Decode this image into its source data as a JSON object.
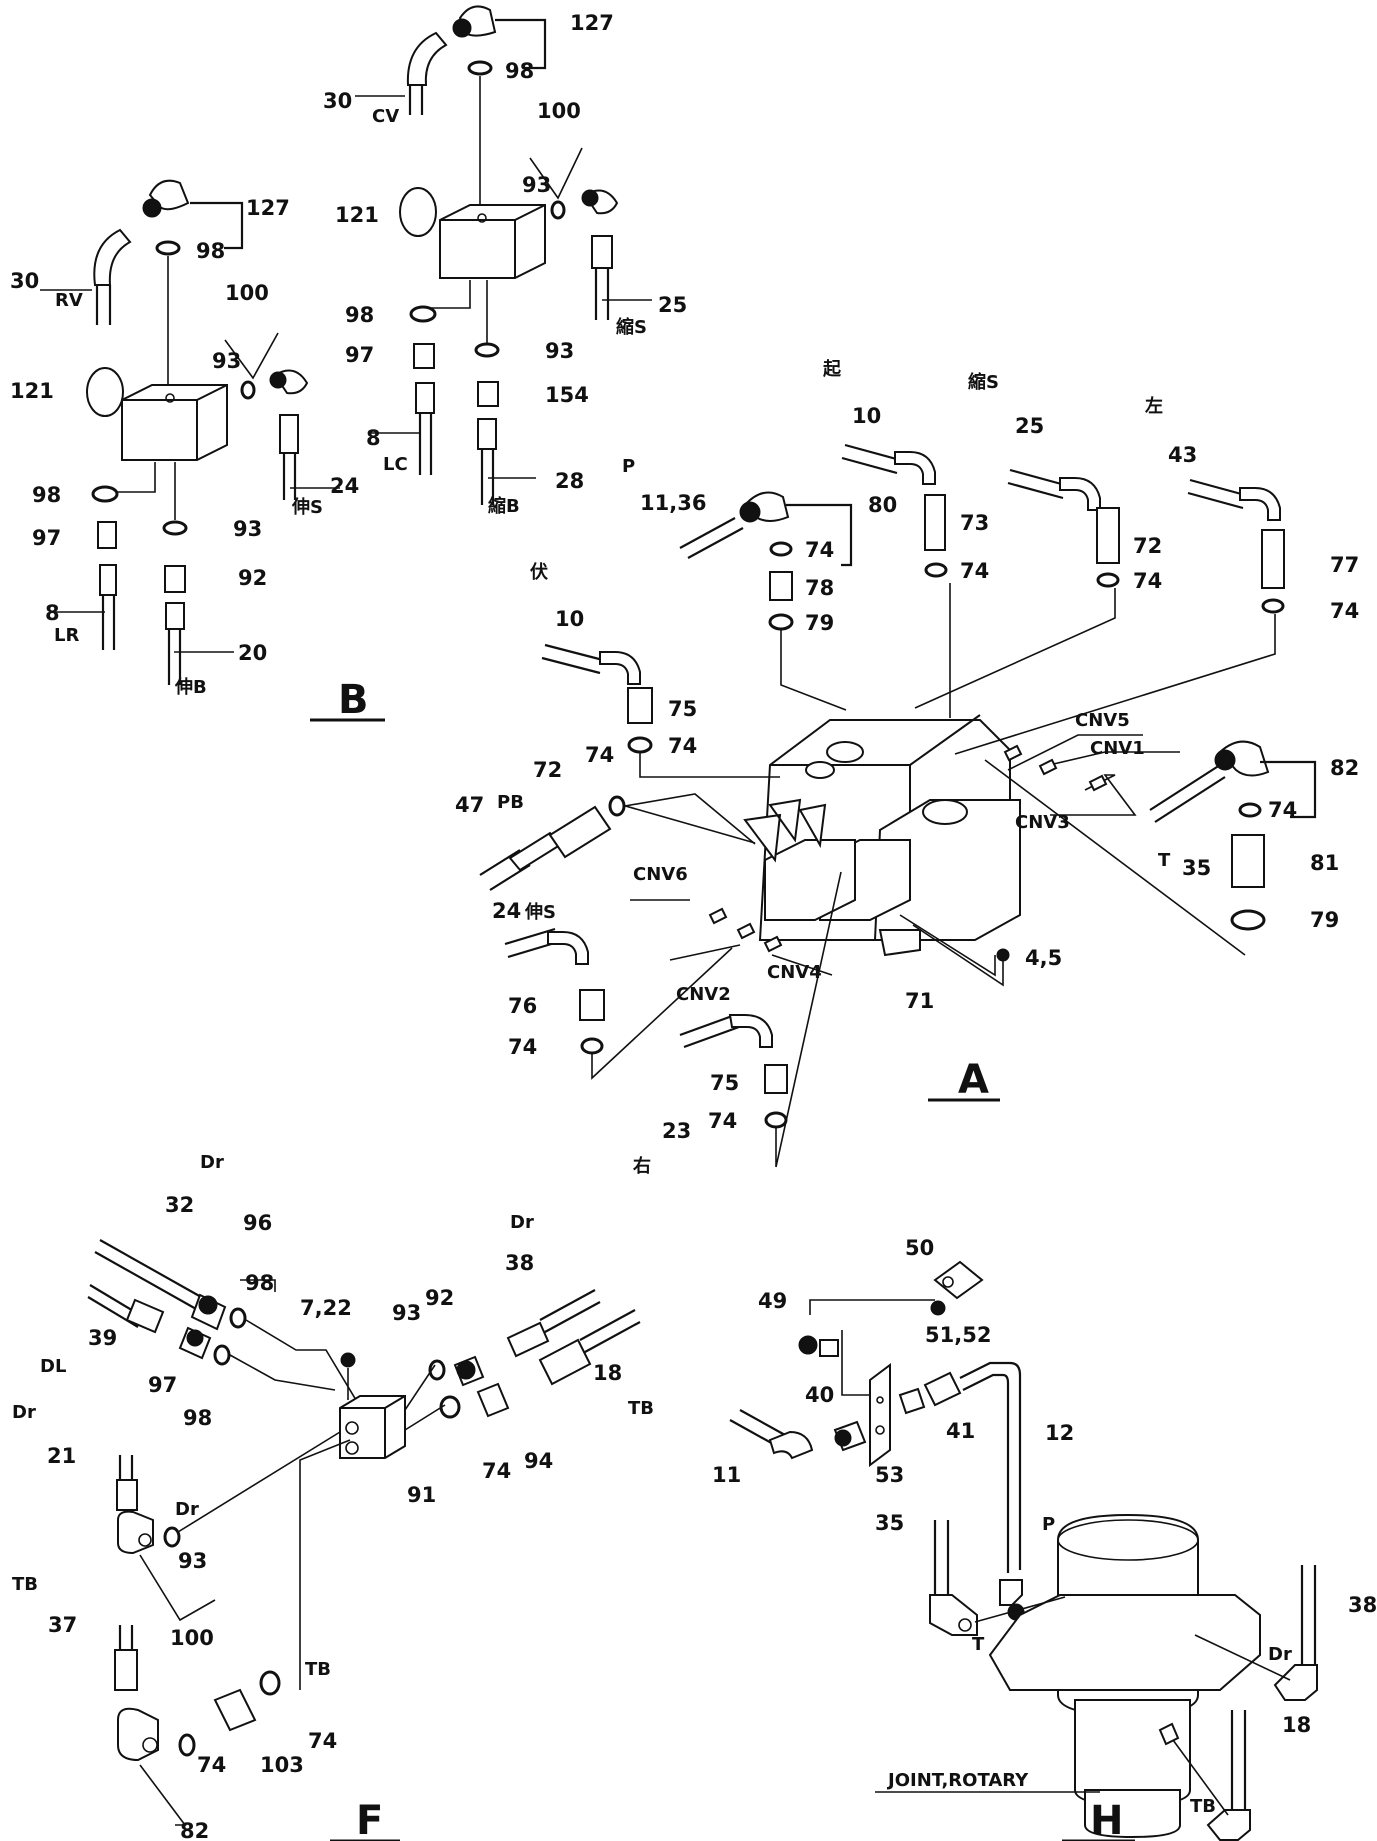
{
  "labels": [
    {
      "id": "b-127",
      "text": "127"
    },
    {
      "id": "b-98a",
      "text": "98"
    },
    {
      "id": "b-30",
      "text": "30"
    },
    {
      "id": "b-rv",
      "text": "RV"
    },
    {
      "id": "b-100",
      "text": "100"
    },
    {
      "id": "b-93a",
      "text": "93"
    },
    {
      "id": "b-121",
      "text": "121"
    },
    {
      "id": "b-98b",
      "text": "98"
    },
    {
      "id": "b-97",
      "text": "97"
    },
    {
      "id": "b-93b",
      "text": "93"
    },
    {
      "id": "b-92",
      "text": "92"
    },
    {
      "id": "b-24",
      "text": "24"
    },
    {
      "id": "b-24t",
      "text": "伸S"
    },
    {
      "id": "b-8",
      "text": "8"
    },
    {
      "id": "b-lr",
      "text": "LR"
    },
    {
      "id": "b-20",
      "text": "20"
    },
    {
      "id": "b-20t",
      "text": "伸B"
    },
    {
      "id": "c-127",
      "text": "127"
    },
    {
      "id": "c-98a",
      "text": "98"
    },
    {
      "id": "c-30",
      "text": "30"
    },
    {
      "id": "c-cv",
      "text": "CV"
    },
    {
      "id": "c-100",
      "text": "100"
    },
    {
      "id": "c-93a",
      "text": "93"
    },
    {
      "id": "c-121",
      "text": "121"
    },
    {
      "id": "c-25",
      "text": "25"
    },
    {
      "id": "c-25t",
      "text": "縮S"
    },
    {
      "id": "c-98b",
      "text": "98"
    },
    {
      "id": "c-93b",
      "text": "93"
    },
    {
      "id": "c-97",
      "text": "97"
    },
    {
      "id": "c-154",
      "text": "154"
    },
    {
      "id": "c-8",
      "text": "8"
    },
    {
      "id": "c-lc",
      "text": "LC"
    },
    {
      "id": "c-28",
      "text": "28"
    },
    {
      "id": "c-28t",
      "text": "縮B"
    },
    {
      "id": "a-ki",
      "text": "起"
    },
    {
      "id": "a-10a",
      "text": "10"
    },
    {
      "id": "a-73",
      "text": "73"
    },
    {
      "id": "a-74a",
      "text": "74"
    },
    {
      "id": "a-ss",
      "text": "縮S"
    },
    {
      "id": "a-25",
      "text": "25"
    },
    {
      "id": "a-72a",
      "text": "72"
    },
    {
      "id": "a-74b",
      "text": "74"
    },
    {
      "id": "a-left",
      "text": "左"
    },
    {
      "id": "a-43",
      "text": "43"
    },
    {
      "id": "a-77",
      "text": "77"
    },
    {
      "id": "a-74c",
      "text": "74"
    },
    {
      "id": "a-p",
      "text": "P"
    },
    {
      "id": "a-1136",
      "text": "11,36"
    },
    {
      "id": "a-80",
      "text": "80"
    },
    {
      "id": "a-74d",
      "text": "74"
    },
    {
      "id": "a-78",
      "text": "78"
    },
    {
      "id": "a-79a",
      "text": "79"
    },
    {
      "id": "a-fuku",
      "text": "伏"
    },
    {
      "id": "a-10b",
      "text": "10"
    },
    {
      "id": "a-75a",
      "text": "75"
    },
    {
      "id": "a-74e",
      "text": "74"
    },
    {
      "id": "a-cnv5",
      "text": "CNV5"
    },
    {
      "id": "a-cnv1",
      "text": "CNV1"
    },
    {
      "id": "a-82",
      "text": "82"
    },
    {
      "id": "a-74f",
      "text": "74"
    },
    {
      "id": "a-cnv3",
      "text": "CNV3"
    },
    {
      "id": "a-t",
      "text": "T"
    },
    {
      "id": "a-35",
      "text": "35"
    },
    {
      "id": "a-81",
      "text": "81"
    },
    {
      "id": "a-79b",
      "text": "79"
    },
    {
      "id": "a-47",
      "text": "47"
    },
    {
      "id": "a-pb",
      "text": "PB"
    },
    {
      "id": "a-72b",
      "text": "72"
    },
    {
      "id": "a-74g",
      "text": "74"
    },
    {
      "id": "a-cnv6",
      "text": "CNV6"
    },
    {
      "id": "a-24",
      "text": "24"
    },
    {
      "id": "a-24t",
      "text": "伸S"
    },
    {
      "id": "a-45",
      "text": "4,5"
    },
    {
      "id": "a-cnv4",
      "text": "CNV4"
    },
    {
      "id": "a-cnv2",
      "text": "CNV2"
    },
    {
      "id": "a-71",
      "text": "71"
    },
    {
      "id": "a-76",
      "text": "76"
    },
    {
      "id": "a-74h",
      "text": "74"
    },
    {
      "id": "a-75b",
      "text": "75"
    },
    {
      "id": "a-74i",
      "text": "74"
    },
    {
      "id": "a-23",
      "text": "23"
    },
    {
      "id": "a-right",
      "text": "右"
    },
    {
      "id": "f-dr1",
      "text": "Dr"
    },
    {
      "id": "f-32",
      "text": "32"
    },
    {
      "id": "f-96",
      "text": "96"
    },
    {
      "id": "f-98a",
      "text": "98"
    },
    {
      "id": "f-39",
      "text": "39"
    },
    {
      "id": "f-dl",
      "text": "DL"
    },
    {
      "id": "f-97",
      "text": "97"
    },
    {
      "id": "f-98b",
      "text": "98"
    },
    {
      "id": "f-722",
      "text": "7,22"
    },
    {
      "id": "f-93a",
      "text": "93"
    },
    {
      "id": "f-92",
      "text": "92"
    },
    {
      "id": "f-dr2",
      "text": "Dr"
    },
    {
      "id": "f-38",
      "text": "38"
    },
    {
      "id": "f-18",
      "text": "18"
    },
    {
      "id": "f-tb1",
      "text": "TB"
    },
    {
      "id": "f-74a",
      "text": "74"
    },
    {
      "id": "f-94",
      "text": "94"
    },
    {
      "id": "f-91",
      "text": "91"
    },
    {
      "id": "f-dr3",
      "text": "Dr"
    },
    {
      "id": "f-21",
      "text": "21"
    },
    {
      "id": "f-dr4",
      "text": "Dr"
    },
    {
      "id": "f-93b",
      "text": "93"
    },
    {
      "id": "f-tb2",
      "text": "TB"
    },
    {
      "id": "f-37",
      "text": "37"
    },
    {
      "id": "f-100",
      "text": "100"
    },
    {
      "id": "f-tb3",
      "text": "TB"
    },
    {
      "id": "f-74b",
      "text": "74"
    },
    {
      "id": "f-103",
      "text": "103"
    },
    {
      "id": "f-74c",
      "text": "74"
    },
    {
      "id": "f-82",
      "text": "82"
    },
    {
      "id": "h-50",
      "text": "50"
    },
    {
      "id": "h-49",
      "text": "49"
    },
    {
      "id": "h-5152",
      "text": "51,52"
    },
    {
      "id": "h-40",
      "text": "40"
    },
    {
      "id": "h-41",
      "text": "41"
    },
    {
      "id": "h-12",
      "text": "12"
    },
    {
      "id": "h-11",
      "text": "11"
    },
    {
      "id": "h-53",
      "text": "53"
    },
    {
      "id": "h-35",
      "text": "35"
    },
    {
      "id": "h-p",
      "text": "P"
    },
    {
      "id": "h-t",
      "text": "T"
    },
    {
      "id": "h-38",
      "text": "38"
    },
    {
      "id": "h-dr",
      "text": "Dr"
    },
    {
      "id": "h-18",
      "text": "18"
    },
    {
      "id": "h-tb",
      "text": "TB"
    },
    {
      "id": "h-joint",
      "text": "JOINT,ROTARY"
    }
  ],
  "sections": [
    {
      "id": "sec-b",
      "text": "B"
    },
    {
      "id": "sec-a",
      "text": "A"
    },
    {
      "id": "sec-f",
      "text": "F"
    },
    {
      "id": "sec-h",
      "text": "H"
    }
  ]
}
